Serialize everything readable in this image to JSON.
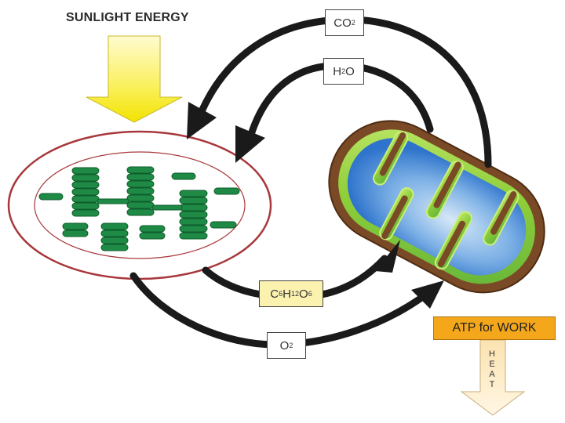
{
  "diagram": {
    "sunlight_label": "SUNLIGHT ENERGY",
    "co2": {
      "main": "CO",
      "sub": "2"
    },
    "h2o": {
      "a": "H",
      "sub": "2",
      "b": "O"
    },
    "glucose": {
      "c": "C",
      "c_sub": "6",
      "h": "H",
      "h_sub": "12",
      "o": "O",
      "o_sub": "6"
    },
    "o2": {
      "main": "O",
      "sub": "2"
    },
    "atp_label": "ATP for WORK",
    "heat_letters": [
      "H",
      "E",
      "A",
      "T"
    ]
  },
  "colors": {
    "arrow": "#1a1a1a",
    "chloroplast_outline": "#a8383c",
    "thylakoid": "#1f8a45",
    "sunlight_arrow_top": "#fffbd0",
    "sunlight_arrow_bottom": "#f5e600",
    "mitochondrion_outer": "#7a4a26",
    "mitochondrion_inner_green": "#8fcf3a",
    "mitochondrion_inner_blue": "#3c82d8",
    "atp_fill": "#f4a71b",
    "heat_arrow": "#fcedcf"
  }
}
